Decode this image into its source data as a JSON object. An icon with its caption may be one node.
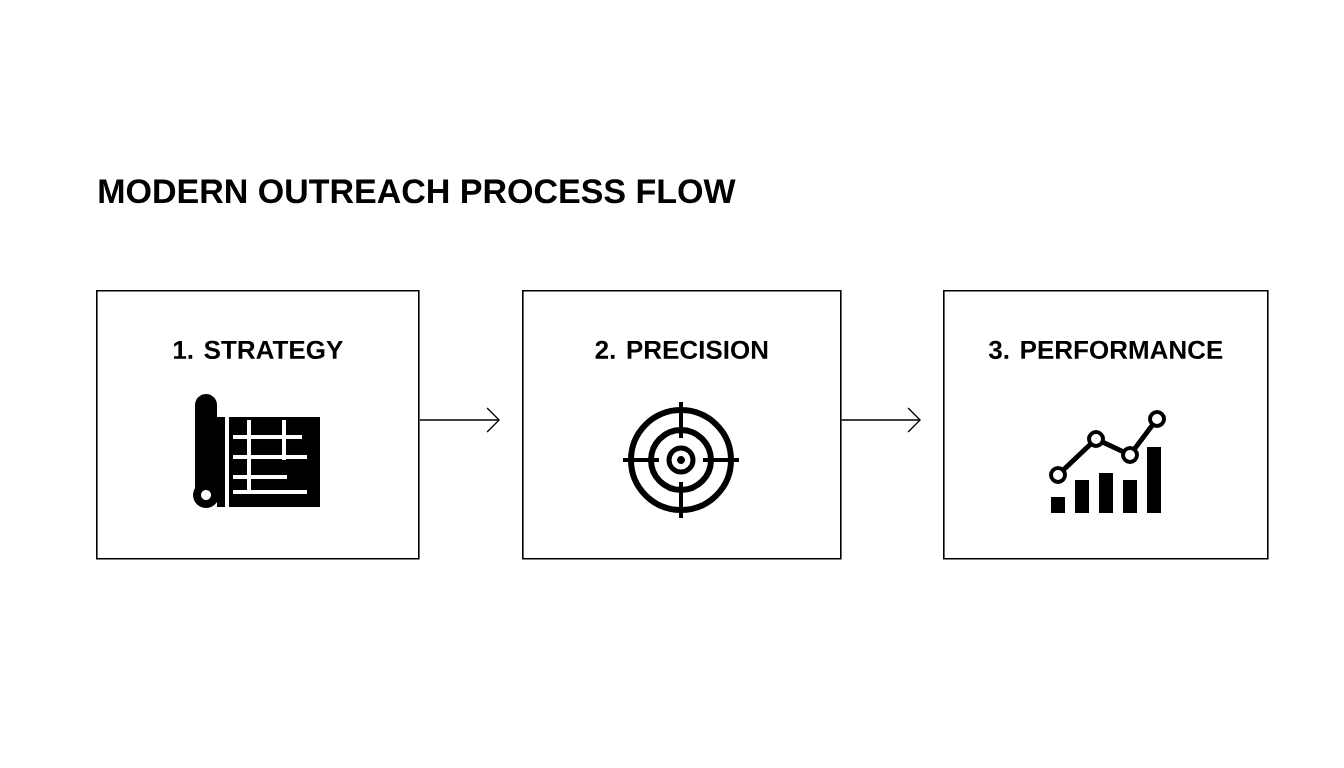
{
  "diagram": {
    "title": "MODERN OUTREACH PROCESS FLOW",
    "nodes": [
      {
        "text": [
          "1. STRATEGY"
        ]
      },
      {
        "text": [
          "2. PRECISION"
        ]
      },
      {
        "text": [
          "3. PERFORMANCE"
        ]
      }
    ],
    "edges": [
      {
        "from": 0,
        "to": 1,
        "arrow": "to"
      },
      {
        "from": 1,
        "to": 2,
        "arrow": "to"
      }
    ]
  }
}
